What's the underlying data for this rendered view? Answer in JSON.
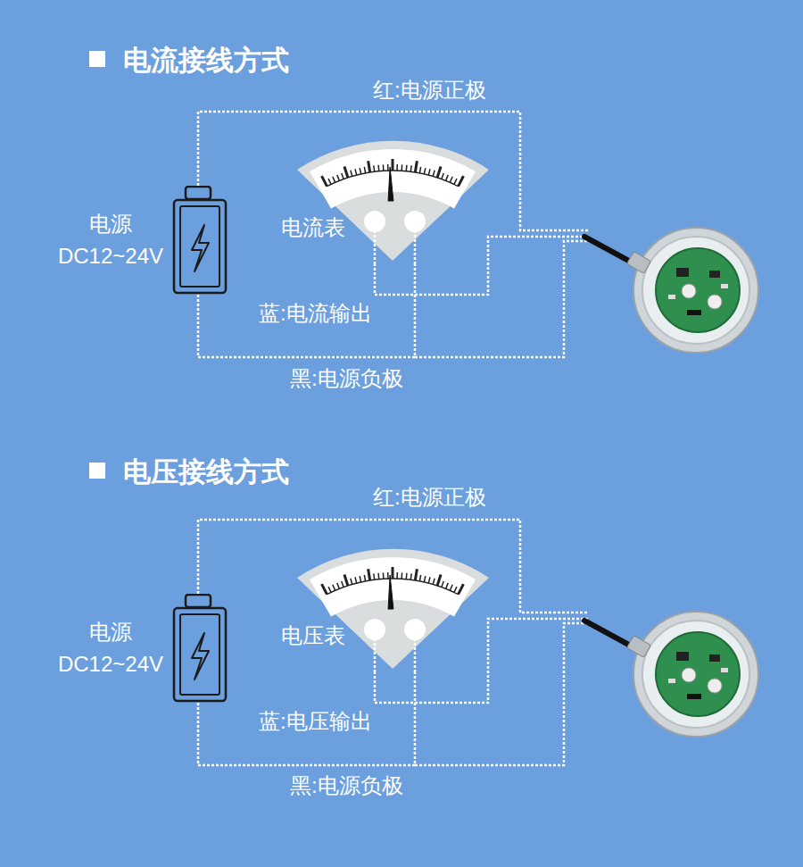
{
  "diagram": {
    "nodes": [
      {
        "text": [
          "电源 DC12~24V"
        ]
      },
      {
        "text": [
          "电流表"
        ]
      },
      {
        "text": [
          "电源 DC12~24V"
        ]
      },
      {
        "text": [
          "电压表"
        ]
      }
    ],
    "edges": [
      {
        "from": 0,
        "to": 1,
        "arrow": "none"
      },
      {
        "from": 2,
        "to": 3,
        "arrow": "none"
      }
    ],
    "labels": [
      "电流接线方式",
      "红:电源正极",
      "蓝:电流输出",
      "黑:电源负极",
      "电压接线方式",
      "红:电源正极",
      "蓝:电压输出",
      "黑:电源负极"
    ]
  }
}
